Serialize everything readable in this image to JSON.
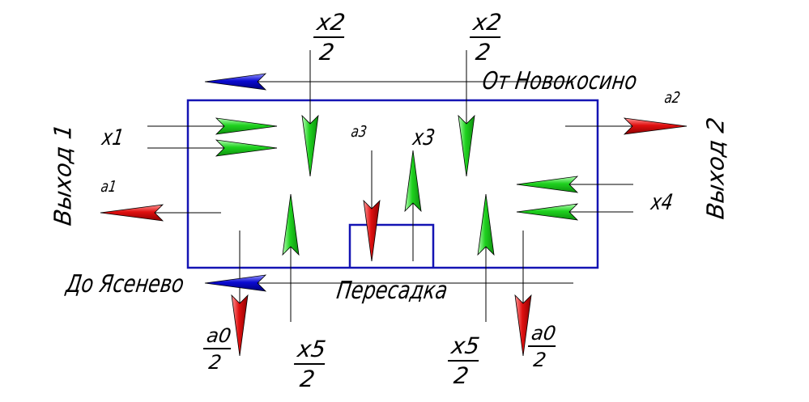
{
  "texts": {
    "from_novokosino": "От Новокосино",
    "to_yasenevo": "До Ясенево",
    "transfer": "Пересадка",
    "exit1": "Выход 1",
    "exit2": "Выход 2",
    "x1": "x1",
    "x3": "x3",
    "x4": "x4",
    "a1": "a1",
    "a2": "a2",
    "a3": "a3",
    "frac_x2_num": "x2",
    "frac_a0_num": "a0",
    "frac_x5_num": "x5",
    "frac_den": "2"
  },
  "colors": {
    "frame": "#1414b4",
    "line": "#000000",
    "green_arrow": "#1fd21f",
    "red_arrow": "#e01010",
    "blue_arrow": "#0a0ad2"
  }
}
